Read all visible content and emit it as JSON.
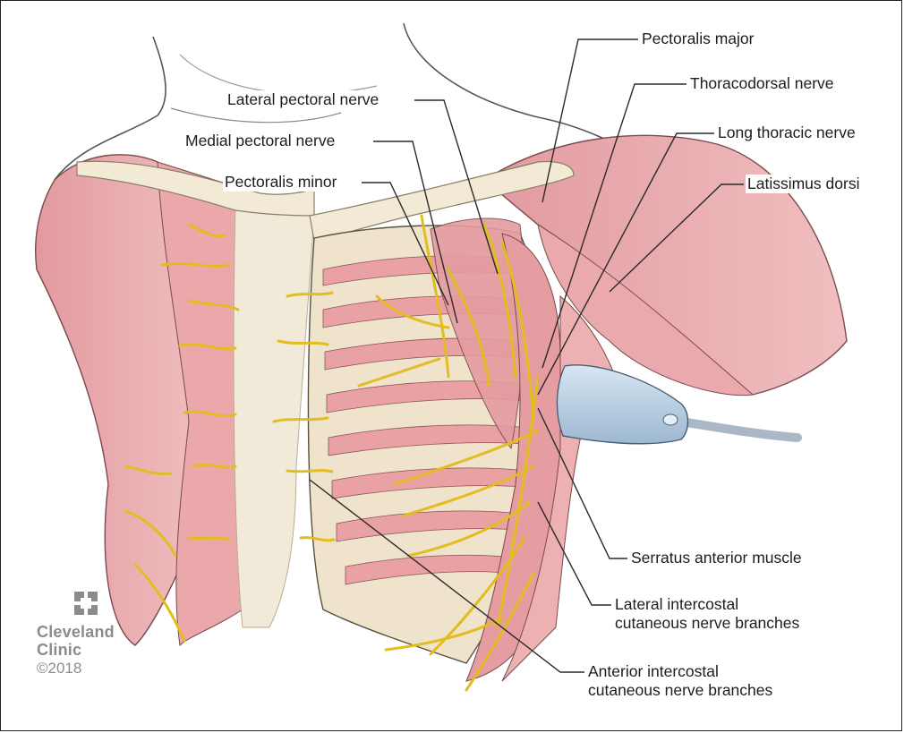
{
  "labels": {
    "pectoralis_major": "Pectoralis major",
    "thoracodorsal_nerve": "Thoracodorsal nerve",
    "long_thoracic_nerve": "Long thoracic nerve",
    "latissimus_dorsi": "Latissimus dorsi",
    "lateral_pectoral_nerve": "Lateral pectoral nerve",
    "medial_pectoral_nerve": "Medial pectoral nerve",
    "pectoralis_minor": "Pectoralis minor",
    "serratus_anterior_muscle": "Serratus anterior muscle",
    "lateral_intercostal_line1": "Lateral intercostal",
    "lateral_intercostal_line2": "cutaneous nerve branches",
    "anterior_intercostal_line1": "Anterior intercostal",
    "anterior_intercostal_line2": "cutaneous nerve branches"
  },
  "logo": {
    "name_line1": "Cleveland",
    "name_line2": "Clinic",
    "copyright": "©2018"
  },
  "colors": {
    "muscle": "#e7a3a6",
    "muscle_dark": "#c9797f",
    "bone": "#eee3cf",
    "nerve": "#e9c62a",
    "probe": "#aec6dc"
  }
}
